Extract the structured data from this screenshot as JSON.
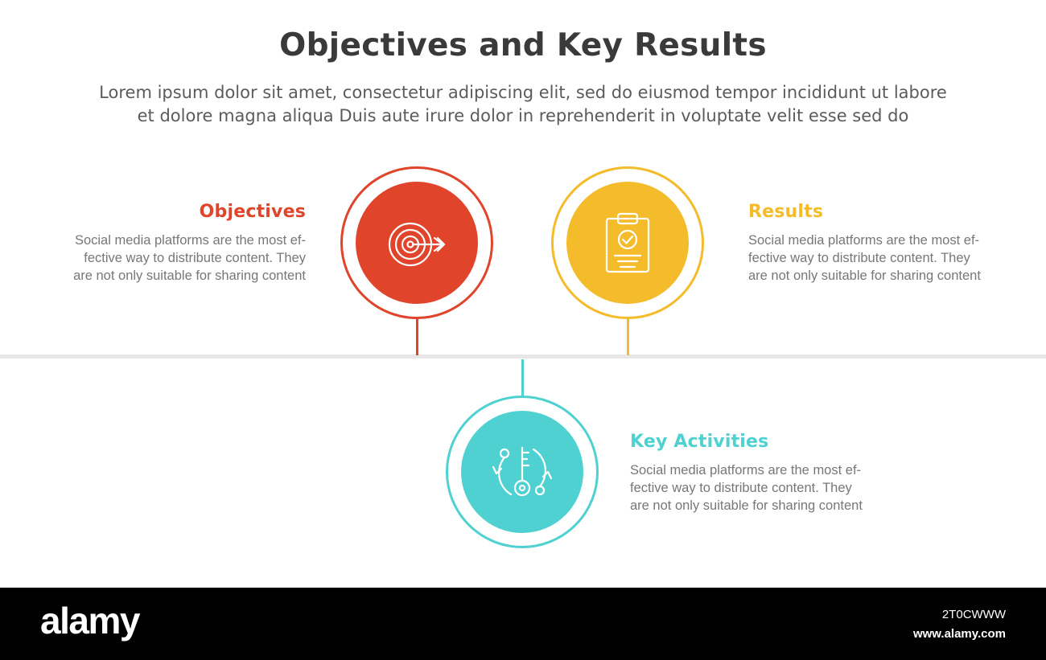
{
  "header": {
    "title": "Objectives and Key Results",
    "subtitle_line1": "Lorem ipsum dolor sit amet, consectetur adipiscing elit, sed do eiusmod tempor incididunt ut labore",
    "subtitle_line2": "et dolore magna aliqua Duis aute irure dolor in reprehenderit in voluptate velit esse sed do"
  },
  "items": [
    {
      "heading": "Objectives",
      "color": "#e0452c",
      "icon": "target-icon",
      "lines": [
        "Social media platforms are the most ef-",
        "fective way to distribute content. They",
        "are not only suitable for sharing content"
      ]
    },
    {
      "heading": "Results",
      "color": "#f4bb2b",
      "icon": "clipboard-check-icon",
      "lines": [
        "Social media platforms are the most ef-",
        "fective way to distribute content. They",
        "are not only suitable for sharing content"
      ]
    },
    {
      "heading": "Key Activities",
      "color": "#4fd1d1",
      "icon": "key-cycle-icon",
      "lines": [
        "Social media platforms are the most ef-",
        "fective way to distribute content. They",
        "are not only suitable for sharing content"
      ]
    }
  ],
  "footer": {
    "brand": "alamy",
    "image_id": "2T0CWWW",
    "site": "www.alamy.com"
  }
}
